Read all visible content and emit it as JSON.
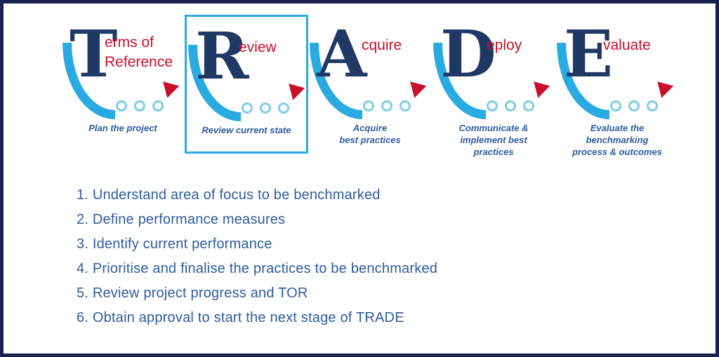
{
  "title": "TRADE benchmarking methodology diagram",
  "stages": [
    {
      "initial": "T",
      "label": "erms of\nReference",
      "caption": "Plan the project",
      "highlighted": false
    },
    {
      "initial": "R",
      "label": "eview",
      "caption": "Review current state",
      "highlighted": true
    },
    {
      "initial": "A",
      "label": "cquire",
      "caption": "Acquire\nbest practices",
      "highlighted": false
    },
    {
      "initial": "D",
      "label": "eploy",
      "caption": "Communicate &\nimplement best\npractices",
      "highlighted": false
    },
    {
      "initial": "E",
      "label": "valuate",
      "caption": "Evaluate the\nbenchmarking\nprocess & outcomes",
      "highlighted": false
    }
  ],
  "steps": [
    "1. Understand area of focus to be benchmarked",
    "2. Define performance measures",
    "3. Identify current performance",
    "4. Prioritise and finalise the practices to be benchmarked",
    "5. Review project progress and TOR",
    "6. Obtain approval to start the next stage of TRADE"
  ],
  "colors": {
    "letter_navy": "#1f3864",
    "label_red": "#c8102e",
    "swoosh_blue": "#29abe2",
    "dot_blue": "#7fcdea",
    "text_blue": "#2e5c9e",
    "border_navy": "#19224e",
    "highlight_blue": "#29abe2"
  }
}
